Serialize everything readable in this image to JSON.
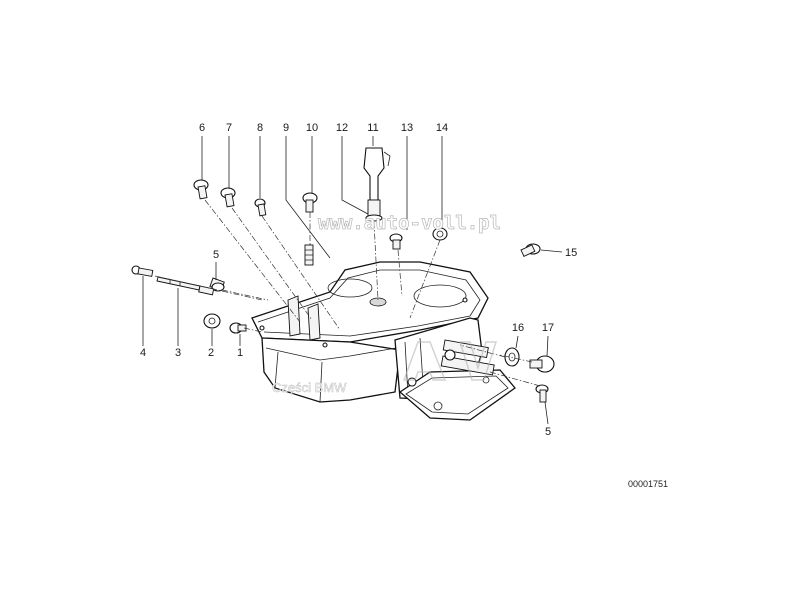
{
  "callouts": {
    "c1": "1",
    "c2": "2",
    "c3": "3",
    "c4": "4",
    "c5a": "5",
    "c5b": "5",
    "c6": "6",
    "c7": "7",
    "c8": "8",
    "c9": "9",
    "c10": "10",
    "c11": "11",
    "c12": "12",
    "c13": "13",
    "c14": "14",
    "c15": "15",
    "c16": "16",
    "c17": "17"
  },
  "watermark_url": "www.auto-voll.pl",
  "watermark_parts": "Części BMW",
  "drawing_code": "00001751",
  "colors": {
    "ink": "#111111",
    "background": "#ffffff",
    "watermark_outline": "#b8b8b8"
  }
}
